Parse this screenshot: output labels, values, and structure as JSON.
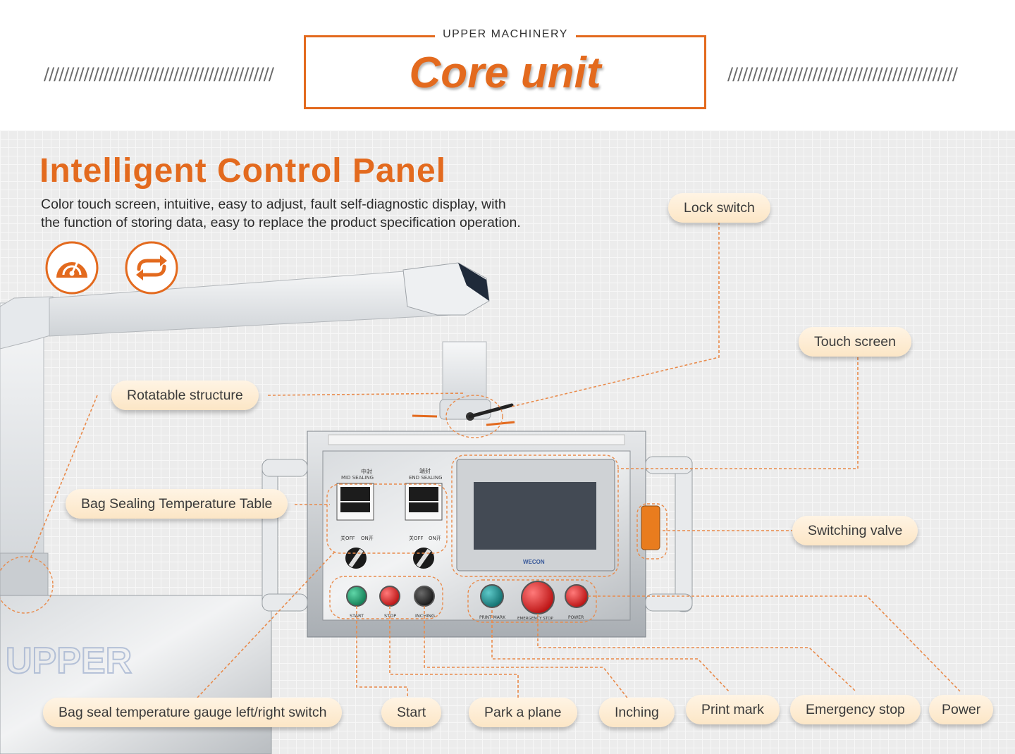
{
  "header": {
    "brand": "UPPER MACHINERY",
    "title": "Core unit",
    "hatch": "//////////////////////////////////////////////"
  },
  "section": {
    "title": "Intelligent Control Panel",
    "description_line1": "Color touch screen, intuitive, easy to adjust, fault self-diagnostic display, with",
    "description_line2": "the function of storing data, easy to replace the product specification operation.",
    "icons": [
      "gauge-icon",
      "rotate-arrows-icon"
    ]
  },
  "callouts": {
    "lock_switch": "Lock switch",
    "touch_screen": "Touch screen",
    "rotatable_structure": "Rotatable structure",
    "bag_sealing_temperature_table": "Bag Sealing Temperature Table",
    "switching_valve": "Switching valve",
    "gauge_switch": "Bag seal temperature gauge left/right switch",
    "start": "Start",
    "park_a_plane": "Park a plane",
    "inching": "Inching",
    "print_mark": "Print mark",
    "emergency_stop": "Emergency stop",
    "power": "Power"
  },
  "machine_labels": {
    "mid_sealing_cn": "中封",
    "mid_sealing": "MID SEALING",
    "end_sealing_cn": "端封",
    "end_sealing": "END SEALING",
    "off_cn_left": "关OFF",
    "on_cn_left": "ON开",
    "off_cn_right": "关OFF",
    "on_cn_right": "ON开",
    "btn_start": "START",
    "btn_stop": "STOP",
    "btn_inching": "INCHING",
    "btn_print_mark": "PRINT MARK",
    "btn_emergency_stop": "EMERGENCY STOP",
    "btn_power": "POWER",
    "screen_brand": "WECON",
    "watermark": "UPPER"
  },
  "colors": {
    "accent": "#e36a1e",
    "leader": "#e98a4a",
    "start_button": "#1e9a6a",
    "stop_button": "#d71f1f",
    "inching_button": "#2a2a2a",
    "print_mark_button": "#1a8a8a",
    "emergency_button": "#e11d1d",
    "power_button": "#d81c1c"
  }
}
